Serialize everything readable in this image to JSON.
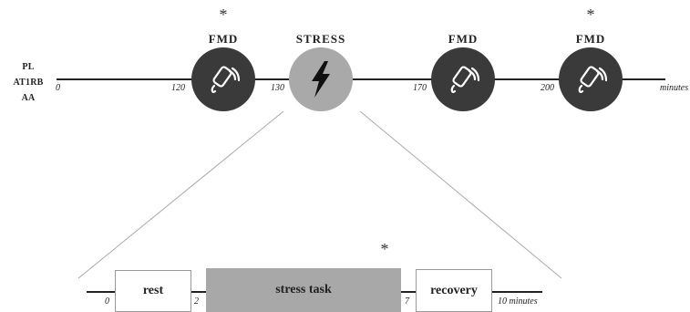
{
  "groups": [
    "PL",
    "AT1RB",
    "AA"
  ],
  "timeline": {
    "start_label": "0",
    "end_label": "minutes",
    "events": [
      {
        "title": "FMD",
        "time_label": "120",
        "type": "ultrasound",
        "asterisk": "*"
      },
      {
        "title": "STRESS",
        "time_label": "130",
        "type": "stress",
        "asterisk": ""
      },
      {
        "title": "FMD",
        "time_label": "170",
        "type": "ultrasound",
        "asterisk": ""
      },
      {
        "title": "FMD",
        "time_label": "200",
        "type": "ultrasound",
        "asterisk": "*"
      }
    ]
  },
  "stress_detail": {
    "asterisk": "*",
    "labels": {
      "start": "0",
      "after_rest": "2",
      "after_task": "7",
      "end": "10 minutes"
    },
    "phases": [
      {
        "name": "rest",
        "style": "white"
      },
      {
        "name": "stress task",
        "style": "gray"
      },
      {
        "name": "recovery",
        "style": "white"
      }
    ]
  },
  "colors": {
    "line": "#222222",
    "fmd_circle": "#3a3a3a",
    "stress_circle": "#a9a9a9",
    "task_box": "#a8a8a8",
    "zoom_lines": "#aaaaaa"
  },
  "icons": {
    "fmd": "ultrasound-probe-icon",
    "stress": "lightning-bolt-icon"
  }
}
